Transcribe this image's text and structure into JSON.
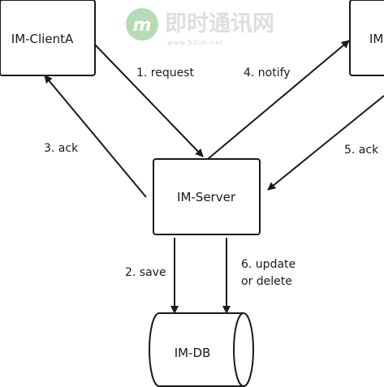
{
  "watermark": {
    "brand_text": "即时通讯网",
    "sub_text": "www.52im.net",
    "badge_letter": "m",
    "badge_color": "#2e9e2e"
  },
  "nodes": {
    "client_a": {
      "label": "IM-ClientA"
    },
    "client_b": {
      "label": "IM-"
    },
    "server": {
      "label": "IM-Server"
    },
    "db": {
      "label": "IM-DB"
    }
  },
  "edges": {
    "request": {
      "label": "1. request"
    },
    "ack_a": {
      "label": "3. ack"
    },
    "notify": {
      "label": "4. notify"
    },
    "ack_b": {
      "label": "5. ack"
    },
    "save": {
      "label": "2. save"
    },
    "update_line1": {
      "label": "6. update"
    },
    "update_line2": {
      "label": "or delete"
    }
  },
  "colors": {
    "stroke": "#1a1a1a",
    "background": "#ffffff"
  }
}
